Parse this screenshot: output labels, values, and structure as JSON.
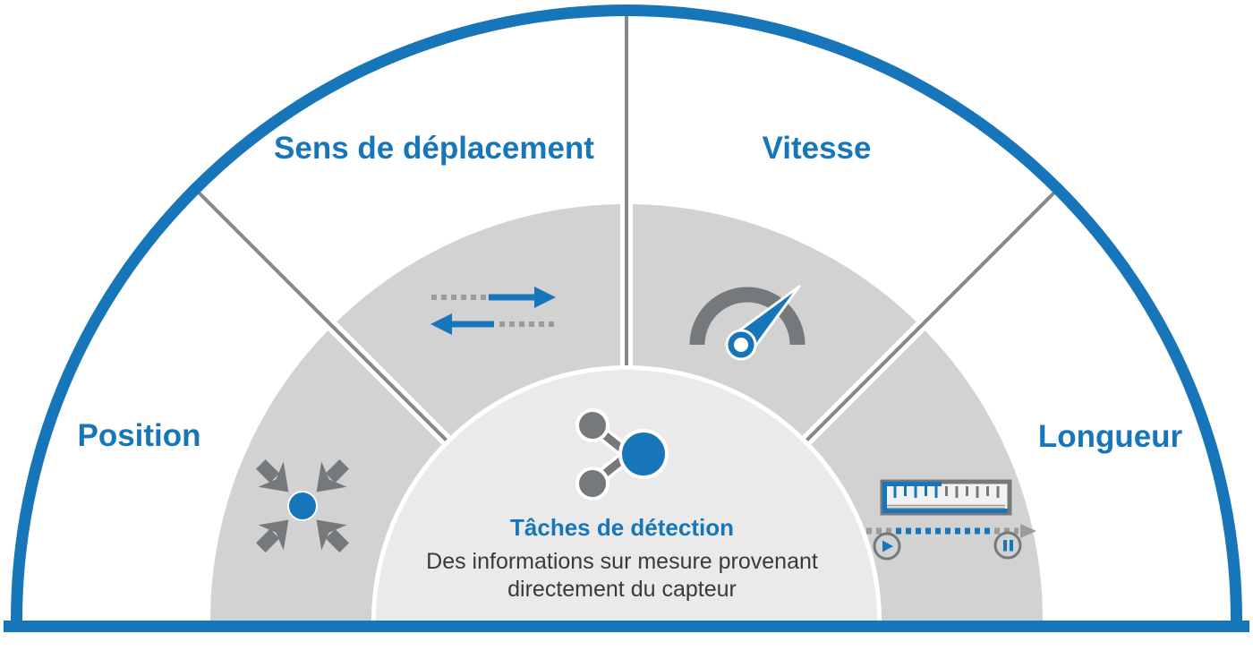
{
  "diagram": {
    "sectors": [
      {
        "id": "position",
        "label": "Position",
        "icon": "converging-arrows-icon"
      },
      {
        "id": "direction",
        "label": "Sens de déplacement",
        "icon": "direction-arrows-icon"
      },
      {
        "id": "speed",
        "label": "Vitesse",
        "icon": "speedometer-icon"
      },
      {
        "id": "length",
        "label": "Longueur",
        "icon": "ruler-measurement-icon"
      }
    ],
    "center": {
      "heading": "Tâches de détection",
      "description_line1": "Des informations sur mesure provenant",
      "description_line2": "directement du capteur",
      "icon": "share-network-icon"
    },
    "colors": {
      "accent_blue": "#1776ba",
      "mid_ring_gray": "#d2d2d2",
      "inner_disc_gray": "#eaeaea",
      "icon_gray": "#75797c",
      "divider_gray": "#888888",
      "dotted_gray": "#9b9b9b",
      "text_dark": "#3a3a39"
    }
  }
}
